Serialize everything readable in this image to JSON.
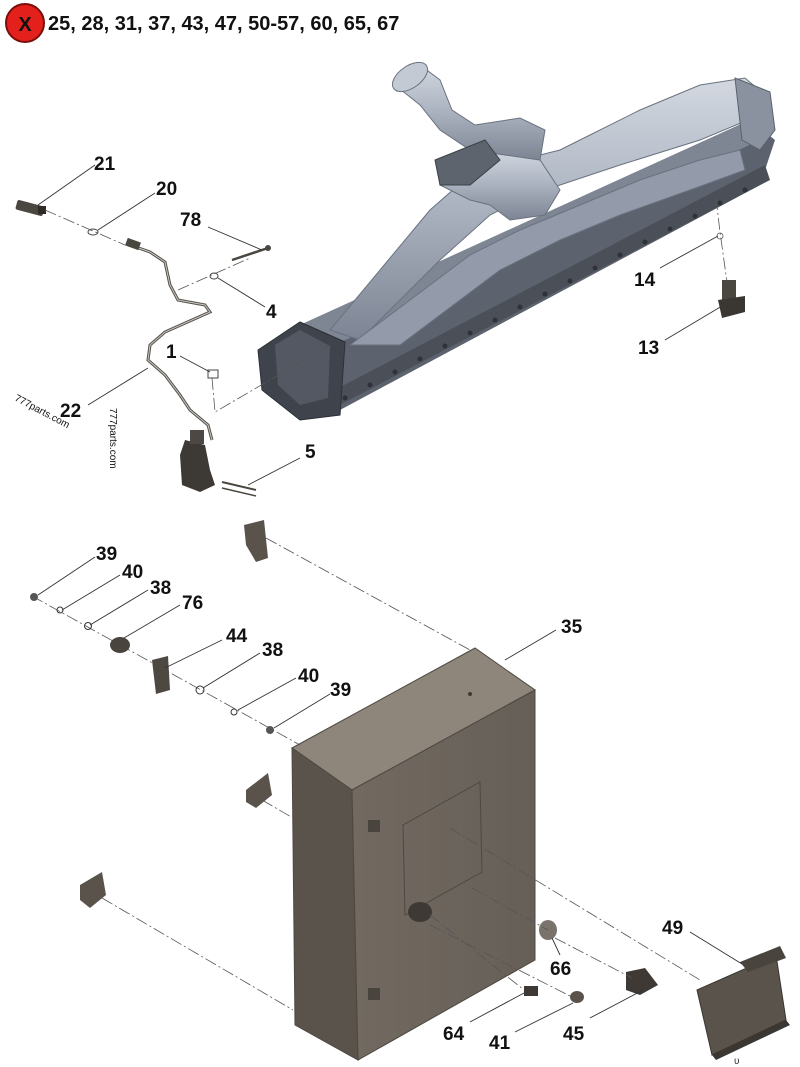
{
  "header": {
    "badge_letter": "X",
    "badge_color": "#e3201b",
    "excluded_items": "25, 28, 31, 37, 43, 47, 50-57, 60, 65, 67"
  },
  "watermarks": [
    "777parts.com",
    "777parts.com"
  ],
  "callouts": [
    "21",
    "20",
    "78",
    "4",
    "1",
    "22",
    "5",
    "14",
    "13",
    "39",
    "40",
    "38",
    "76",
    "44",
    "38",
    "40",
    "39",
    "35",
    "49",
    "66",
    "64",
    "41",
    "45"
  ],
  "footer_mark": "υ",
  "colors": {
    "cooler_metal": "#a9b1bf",
    "cooler_dark": "#5a606b",
    "box_front": "#6f675e",
    "box_top": "#8d857b",
    "box_side": "#56504a",
    "parts_gray": "#6a645d"
  }
}
